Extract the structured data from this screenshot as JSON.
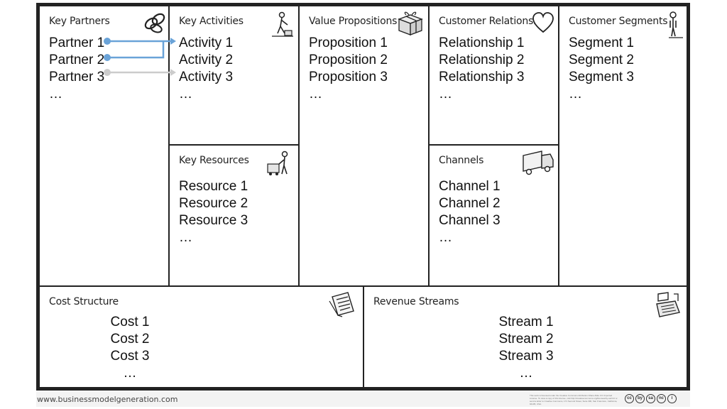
{
  "blocks": {
    "key_partners": {
      "title": "Key Partners",
      "items": [
        "Partner 1",
        "Partner 2",
        "Partner 3",
        "…"
      ]
    },
    "key_activities": {
      "title": "Key Activities",
      "items": [
        "Activity 1",
        "Activity 2",
        "Activity 3",
        "…"
      ]
    },
    "key_resources": {
      "title": "Key Resources",
      "items": [
        "Resource 1",
        "Resource 2",
        "Resource 3",
        "…"
      ]
    },
    "value_propositions": {
      "title": "Value Propositions",
      "items": [
        "Proposition 1",
        "Proposition 2",
        "Proposition 3",
        "…"
      ]
    },
    "customer_relationships": {
      "title": "Customer Relationshi",
      "items": [
        "Relationship 1",
        "Relationship 2",
        "Relationship 3",
        "…"
      ]
    },
    "channels": {
      "title": "Channels",
      "items": [
        "Channel 1",
        "Channel 2",
        "Channel 3",
        "…"
      ]
    },
    "customer_segments": {
      "title": "Customer Segments",
      "items": [
        "Segment 1",
        "Segment 2",
        "Segment 3",
        "…"
      ]
    },
    "cost_structure": {
      "title": "Cost Structure",
      "items": [
        "Cost 1",
        "Cost 2",
        "Cost 3",
        "…"
      ]
    },
    "revenue_streams": {
      "title": "Revenue Streams",
      "items": [
        "Stream 1",
        "Stream 2",
        "Stream 3",
        "…"
      ]
    }
  },
  "connectors": [
    {
      "from": "Partner 1",
      "to": "Activity 1",
      "color": "#6aa3d8"
    },
    {
      "from": "Partner 2",
      "to": "Activity 1",
      "color": "#6aa3d8"
    },
    {
      "from": "Partner 3",
      "to": "Activity 3",
      "color": "#cccccc"
    }
  ],
  "footer": {
    "url": "www.businessmodelgeneration.com",
    "license_text": "This work is licensed under the Creative Commons Attribution-Share Alike 3.0 Unported License. To view a copy of this license, visit http://creativecommons.org/licenses/by-sa/3.0/ or send a letter to Creative Commons, 171 Second Street, Suite 300, San Francisco, California, 94105, USA.",
    "license_badges": [
      "cc",
      "by",
      "sa",
      "nc",
      "i"
    ]
  },
  "icons": {
    "key_partners": "chain-link-icon",
    "key_activities": "worker-vacuum-icon",
    "key_resources": "worker-cart-icon",
    "value_propositions": "gift-box-icon",
    "customer_relationships": "heart-icon",
    "channels": "delivery-truck-icon",
    "customer_segments": "person-icon",
    "cost_structure": "receipt-icon",
    "revenue_streams": "cash-register-icon"
  }
}
